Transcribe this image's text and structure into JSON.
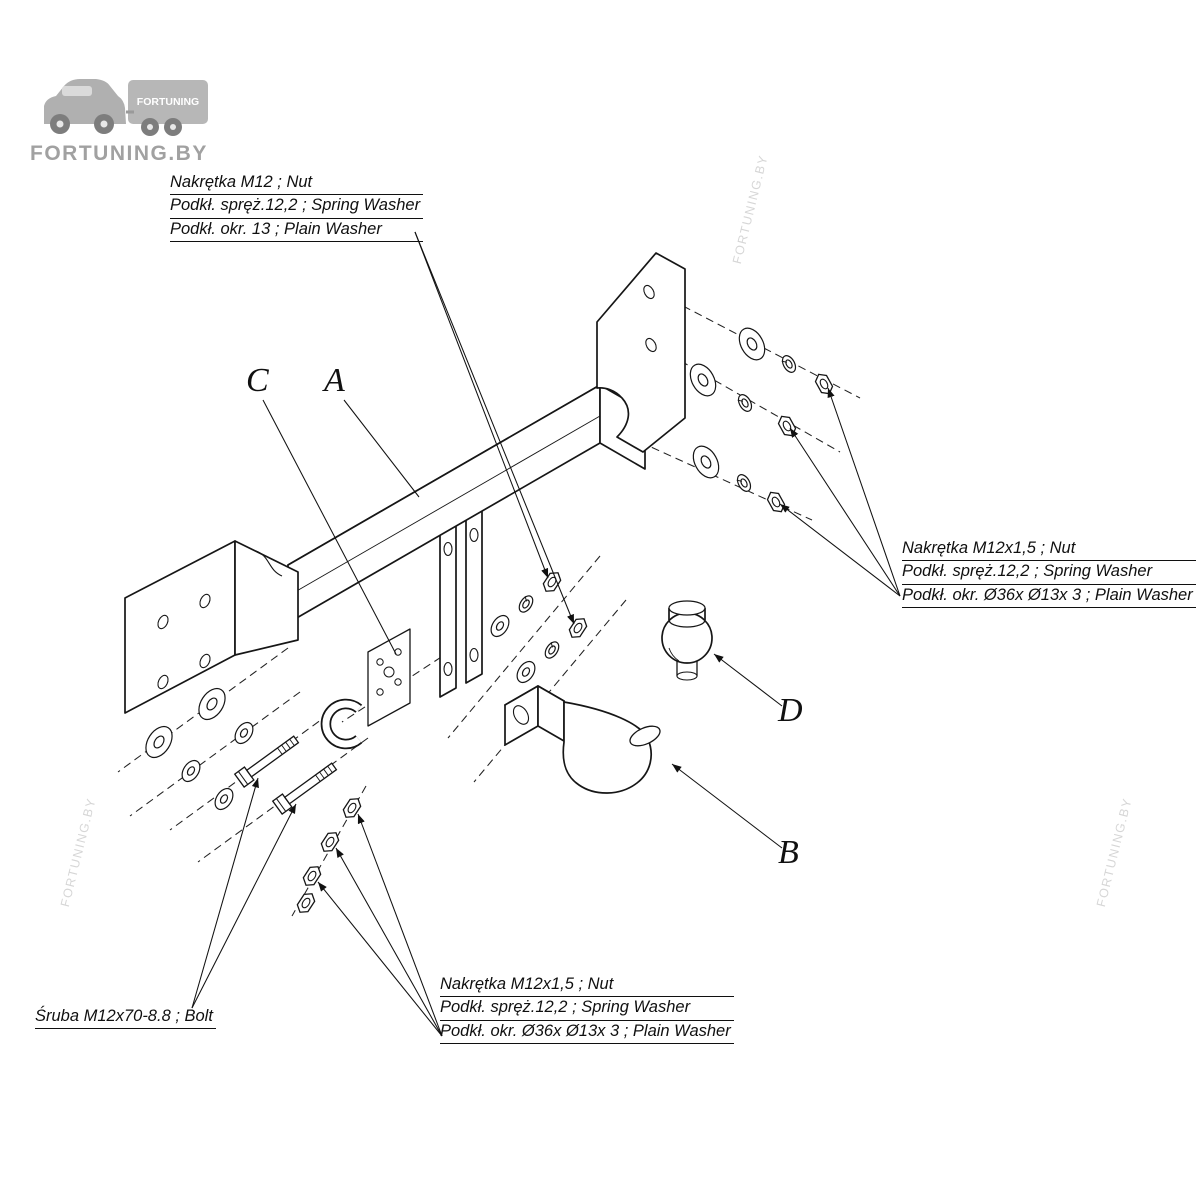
{
  "logo": {
    "title": "FORTUNING.BY",
    "trailer_text": "FORTUNING"
  },
  "watermark_text": "FORTUNING.BY",
  "part_labels": {
    "a": "A",
    "b": "B",
    "c": "C",
    "d": "D"
  },
  "annotations": {
    "top_fasteners": {
      "lines": [
        "Nakrętka  M12 ; Nut",
        "Podkł. spręż.12,2 ; Spring Washer",
        "Podkł. okr. 13 ; Plain Washer"
      ]
    },
    "right_fasteners": {
      "lines": [
        "Nakrętka  M12x1,5 ; Nut",
        "Podkł. spręż.12,2 ; Spring Washer",
        "Podkł. okr.  Ø36x Ø13x 3 ; Plain Washer"
      ]
    },
    "bottom_fasteners": {
      "lines": [
        "Nakrętka  M12x1,5 ; Nut",
        "Podkł. spręż.12,2 ; Spring Washer",
        "Podkł. okr.  Ø36x Ø13x 3 ; Plain Washer"
      ]
    },
    "bolt_note": {
      "lines": [
        "Śruba M12x70-8.8 ;  Bolt"
      ]
    }
  }
}
